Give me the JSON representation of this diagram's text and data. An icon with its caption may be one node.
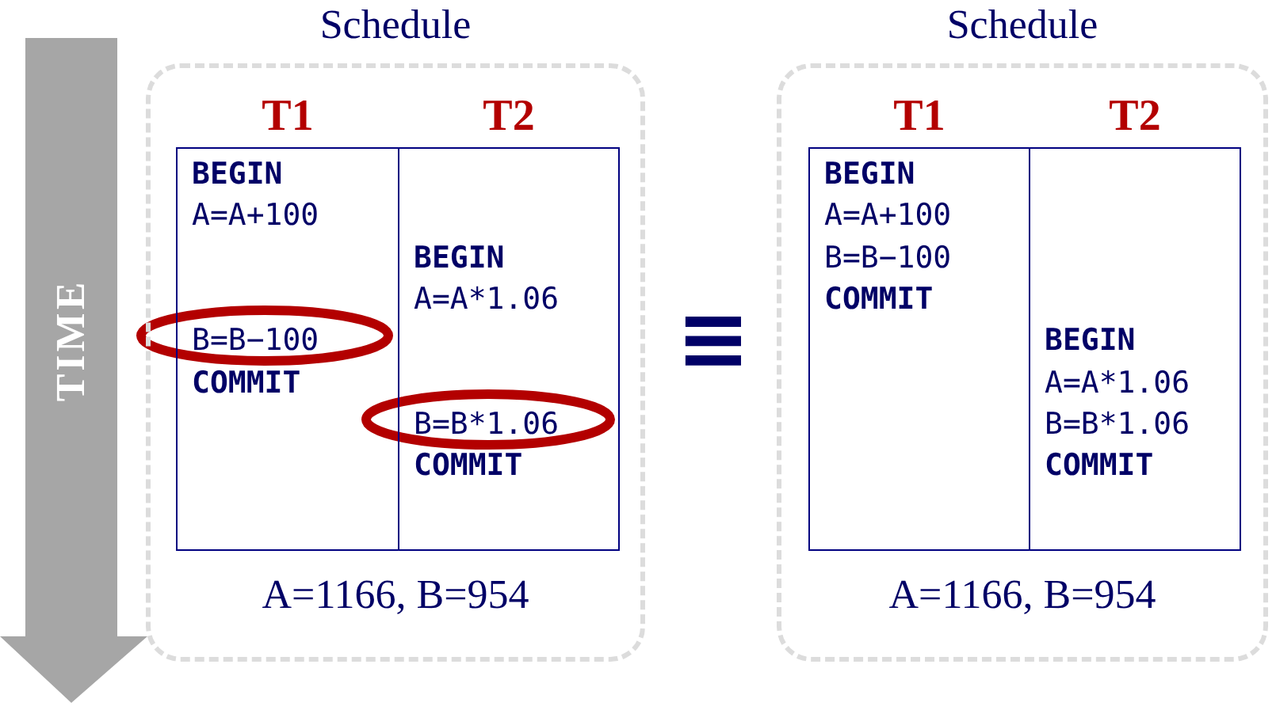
{
  "diagram": {
    "nodes": [
      {
        "text": [
          "Schedule",
          "A=1166, B=954"
        ]
      },
      {
        "text": [
          "T1",
          "**BEGIN**",
          "A=A+100",
          "B=B−100",
          "**COMMIT**"
        ],
        "in": 0
      },
      {
        "text": [
          "T2",
          "**BEGIN**",
          "A=A*1.06",
          "B=B*1.06",
          "**COMMIT**"
        ],
        "in": 0
      },
      {
        "text": [
          "Schedule",
          "A=1166, B=954"
        ]
      },
      {
        "text": [
          "T1",
          "**BEGIN**",
          "A=A+100",
          "B=B−100",
          "**COMMIT**"
        ],
        "in": 3
      },
      {
        "text": [
          "T2",
          "**BEGIN**",
          "A=A*1.06",
          "B=B*1.06",
          "**COMMIT**"
        ],
        "in": 3
      }
    ],
    "labels": [
      "TIME",
      "≡"
    ]
  }
}
